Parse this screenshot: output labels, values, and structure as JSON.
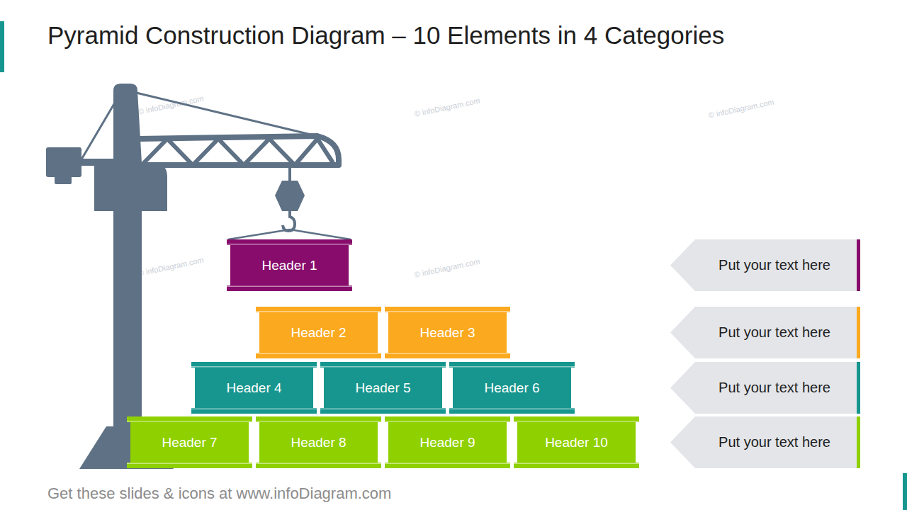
{
  "diagram": {
    "title": "Pyramid Construction Diagram – 10 Elements in 4 Categories",
    "nodes": [
      {
        "text": [
          "Header 1"
        ]
      },
      {
        "text": [
          "Header 2"
        ]
      },
      {
        "text": [
          "Header 3"
        ]
      },
      {
        "text": [
          "Header 4"
        ]
      },
      {
        "text": [
          "Header 5"
        ]
      },
      {
        "text": [
          "Header 6"
        ]
      },
      {
        "text": [
          "Header 7"
        ]
      },
      {
        "text": [
          "Header 8"
        ]
      },
      {
        "text": [
          "Header 9"
        ]
      },
      {
        "text": [
          "Header 10"
        ]
      },
      {
        "text": [
          "Put your text here"
        ]
      },
      {
        "text": [
          "Put your text here"
        ]
      },
      {
        "text": [
          "Put your text here"
        ]
      },
      {
        "text": [
          "Put your text here"
        ]
      }
    ],
    "labels": [
      "© infoDiagram.com",
      "© infoDiagram.com",
      "© infoDiagram.com",
      "© infoDiagram.com",
      "© infoDiagram.com",
      "Get these slides & icons at www.infoDiagram.com"
    ]
  }
}
